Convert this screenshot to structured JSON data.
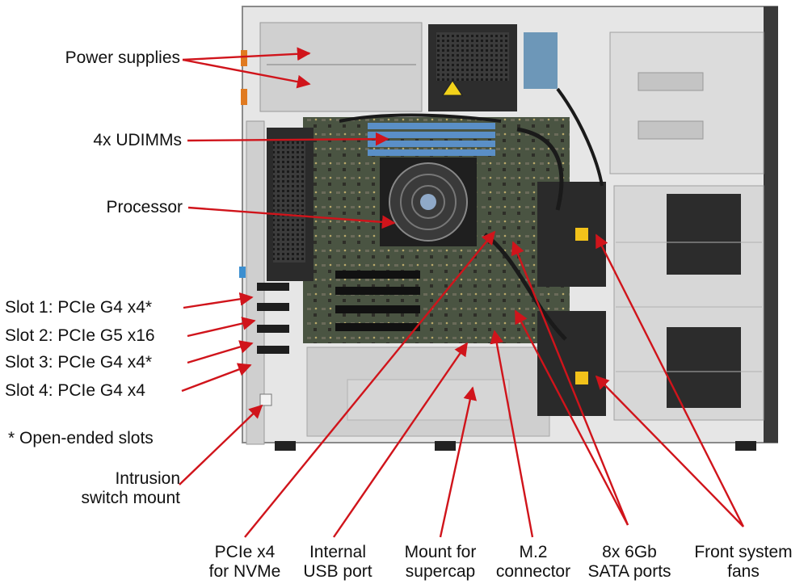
{
  "labels": {
    "power_supplies": "Power supplies",
    "udimms": "4x UDIMMs",
    "processor": "Processor",
    "slot1": "Slot 1: PCIe G4 x4*",
    "slot2": "Slot 2: PCIe G5 x16",
    "slot3": "Slot 3: PCIe G4 x4*",
    "slot4": "Slot 4: PCIe G4 x4",
    "open_ended": "* Open-ended slots",
    "intrusion_line1": "Intrusion",
    "intrusion_line2": "switch mount",
    "pcie_nvme_line1": "PCIe x4",
    "pcie_nvme_line2": "for NVMe",
    "usb_line1": "Internal",
    "usb_line2": "USB port",
    "supercap_line1": "Mount for",
    "supercap_line2": "supercap",
    "m2_line1": "M.2",
    "m2_line2": "connector",
    "sata_line1": "8x 6Gb",
    "sata_line2": "SATA ports",
    "fans_line1": "Front system",
    "fans_line2": "fans"
  },
  "colors": {
    "callout": "#d0141b",
    "chassis": "#d9d9d9",
    "chassis_dark": "#3a3a3a",
    "board": "#3c4a3a",
    "dimm": "#5a8fc7"
  }
}
